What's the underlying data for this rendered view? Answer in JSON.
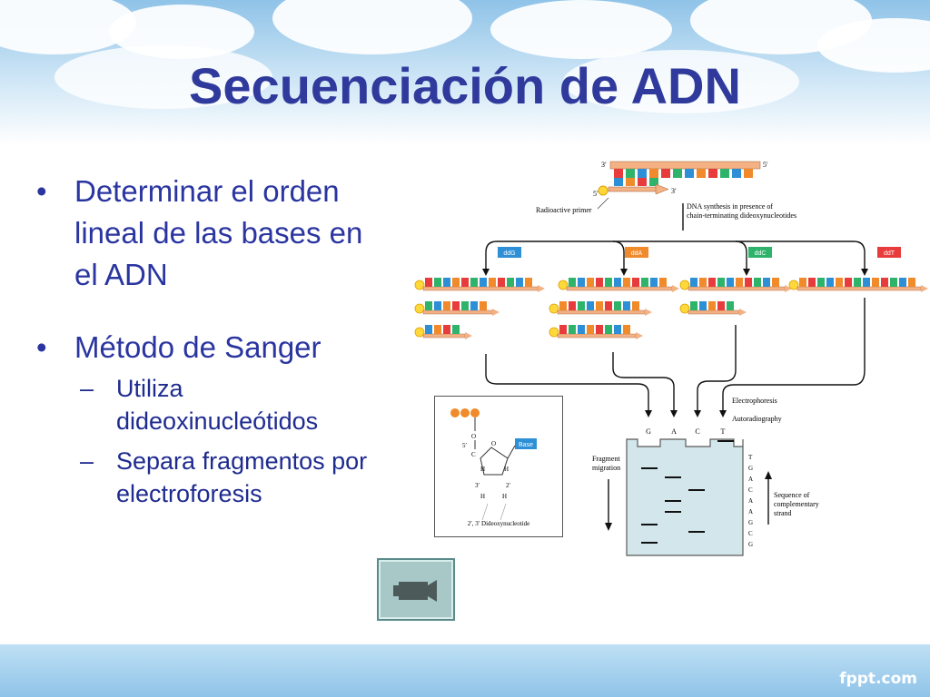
{
  "slide": {
    "title": "Secuenciación de ADN",
    "bullets": [
      {
        "text": "Determinar el orden lineal de las bases en el ADN"
      },
      {
        "text": "Método de Sanger",
        "sub": [
          "Utiliza dideoxinucleótidos",
          "Separa fragmentos por electroforesis"
        ]
      }
    ],
    "brand": "fppt.com"
  },
  "figure": {
    "strand_label_3": "3′",
    "strand_label_5": "5′",
    "primer_label_5": "5′",
    "primer_label_3": "3′",
    "radioactive_primer": "Radioactive primer",
    "synthesis_line1": "DNA synthesis in presence of",
    "synthesis_line2": "chain-terminating dideoxynucleotides",
    "reagents": [
      "ddG",
      "ddA",
      "ddC",
      "ddT"
    ],
    "electro_line1": "Electrophoresis",
    "electro_line2": "Autoradiography",
    "lanes": [
      "G",
      "A",
      "C",
      "T"
    ],
    "fragment_line1": "Fragment",
    "fragment_line2": "migration",
    "sequence": [
      "T",
      "G",
      "A",
      "C",
      "A",
      "A",
      "G",
      "C",
      "G"
    ],
    "seq_line1": "Sequence of",
    "seq_line2": "complementary",
    "seq_line3": "strand",
    "base_label": "Base",
    "chem_caption": "2′, 3′ Dideoxynucleotide",
    "chem_5": "5′",
    "chem_3": "3′",
    "chem_2": "2′",
    "colors": {
      "G": "#2d8fd6",
      "A": "#f08a2a",
      "C": "#2fb36a",
      "T": "#e83b3b"
    }
  }
}
